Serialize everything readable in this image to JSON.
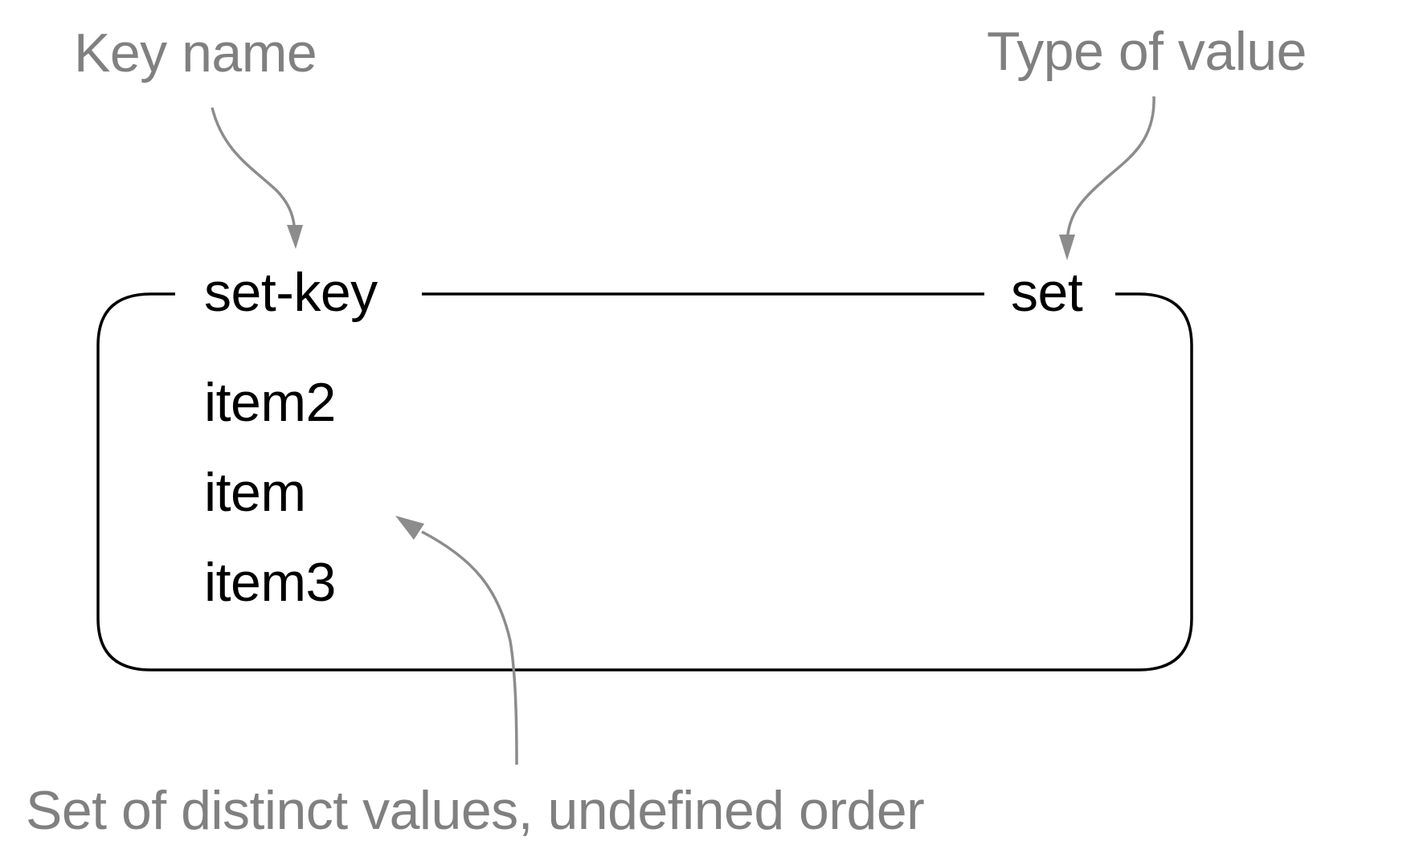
{
  "annotations": {
    "key_name": "Key name",
    "type_of_value": "Type of value",
    "set_description": "Set of distinct values, undefined order"
  },
  "structure": {
    "key": "set-key",
    "type": "set",
    "items": [
      "item2",
      "item",
      "item3"
    ]
  },
  "colors": {
    "annotation_text": "#808080",
    "arrow": "#8c8c8c",
    "box": "#000000"
  }
}
